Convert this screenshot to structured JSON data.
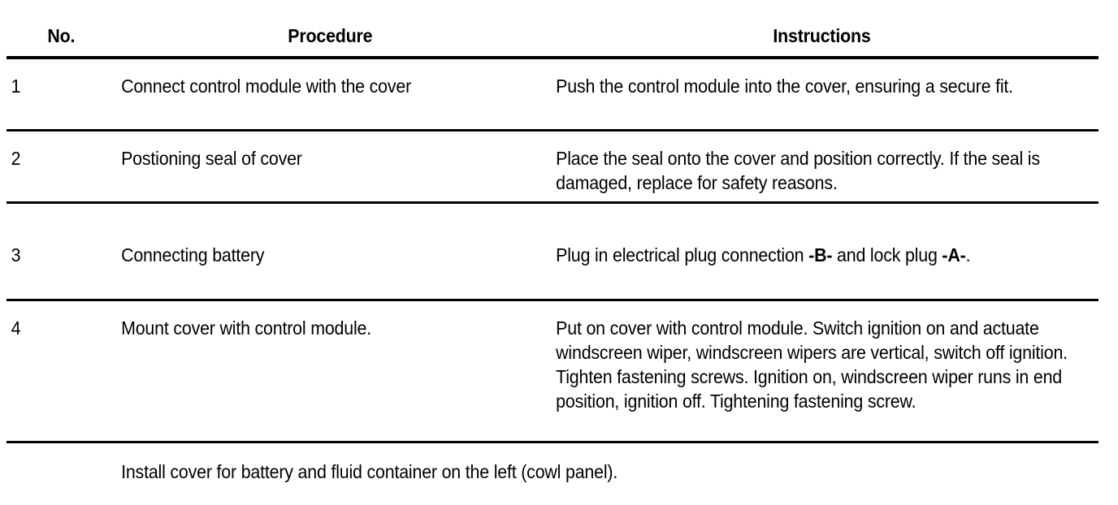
{
  "document": {
    "type": "procedure-table",
    "title_implied": "Assembly overview"
  },
  "table": {
    "headers": {
      "no": "No.",
      "procedure": "Procedure",
      "instructions": "Instructions"
    },
    "rows": [
      {
        "no": "1",
        "procedure": "Connect control module with the cover",
        "instructions": "Push the control module into the cover, ensuring a secure fit."
      },
      {
        "no": "2",
        "procedure": "Postioning seal of cover",
        "instructions": "Place the seal onto the cover and position correctly. If the seal is damaged, replace for safety reasons."
      },
      {
        "no": "3",
        "procedure": "Connecting battery",
        "instructions_pre": "Plug in electrical plug connection ",
        "instructions_bold_1": "-B-",
        "instructions_mid": " and lock plug ",
        "instructions_bold_2": "-A-",
        "instructions_post": ".",
        "instructions": "Plug in electrical plug connection -B- and lock plug -A- ."
      },
      {
        "no": "4",
        "procedure": "Mount cover with control module.",
        "instructions": "Put on cover with control module. Switch ignition on and actuate windscreen wiper, windscreen wipers are vertical, switch off ignition. Tighten fastening screws. Ignition on, windscreen wiper runs in end position, ignition off. Tightening fastening screw."
      }
    ],
    "footer_row": {
      "no": "",
      "text": "Install cover for battery and fluid container on the left (cowl panel)."
    }
  },
  "colors": {
    "text": "#000000",
    "rule": "#000000",
    "background": "#ffffff"
  }
}
